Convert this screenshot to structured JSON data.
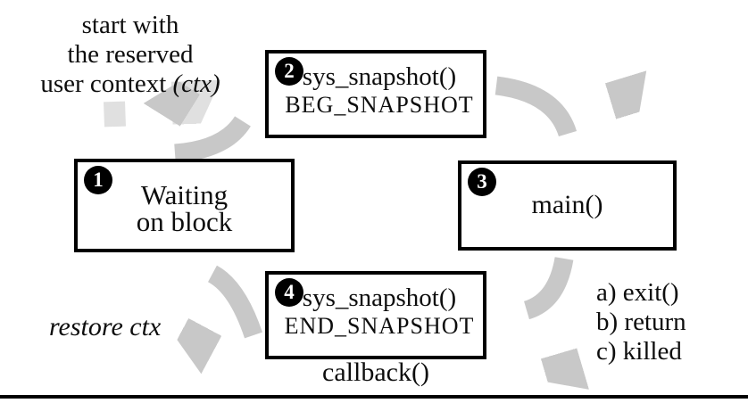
{
  "notes": {
    "start_line1": "start with",
    "start_line2": "the reserved",
    "start_line3_normal": "user context",
    "start_line3_italic": "(ctx)",
    "restore": "restore ctx",
    "callback": "callback()",
    "exit_options": [
      "a) exit()",
      "b) return",
      "c) killed"
    ]
  },
  "boxes": [
    {
      "number": "1",
      "line1": "Waiting",
      "line2": "on block"
    },
    {
      "number": "2",
      "line1": "sys_snapshot()",
      "line2": "BEG_SNAPSHOT"
    },
    {
      "number": "3",
      "line1": "main()",
      "line2": ""
    },
    {
      "number": "4",
      "line1": "sys_snapshot()",
      "line2": "END_SNAPSHOT"
    }
  ],
  "arrows": [
    {
      "from": "start-note",
      "to": "box-1"
    },
    {
      "from": "box-1",
      "to": "box-2"
    },
    {
      "from": "box-2",
      "to": "box-3"
    },
    {
      "from": "box-3",
      "to": "box-4"
    },
    {
      "from": "box-4",
      "to": "box-1"
    }
  ],
  "colors": {
    "background": "#ffffff",
    "box_border": "#000000",
    "badge_fill": "#000000",
    "straight_arrow": "#e0e0e0",
    "curved_arrow": "#c8c8c8",
    "text": "#0d0d0d"
  }
}
